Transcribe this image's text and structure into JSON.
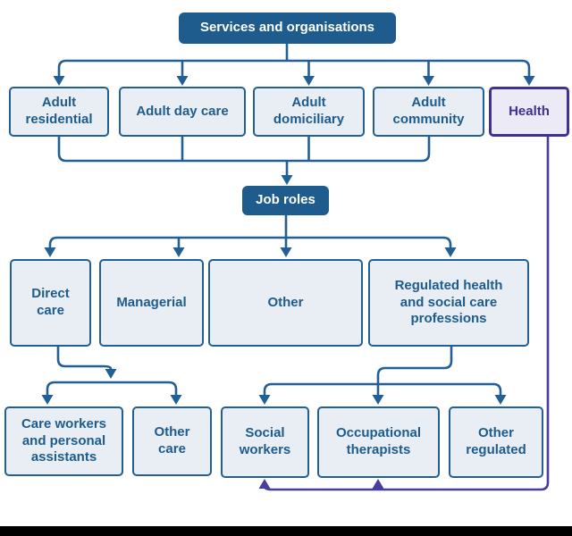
{
  "diagram_title": "Services and organisations to job roles flowchart",
  "colors": {
    "blue_fill_header": "#1d5c8c",
    "blue_border_line": "#215f94",
    "blue_text": "#1d5c8c",
    "light_blue_fill": "#e9edf4",
    "purple_border_text": "#3e3191",
    "purple_line": "#473d9e",
    "light_purple_fill": "#eceaf6",
    "bottom_bar": "#000000"
  },
  "nodes": {
    "services": {
      "label": "Services and organisations"
    },
    "adult_residential": {
      "label": [
        "Adult",
        "residential"
      ]
    },
    "adult_day_care": {
      "label": [
        "Adult day care"
      ]
    },
    "adult_domiciliary": {
      "label": [
        "Adult",
        "domiciliary"
      ]
    },
    "adult_community": {
      "label": [
        "Adult",
        "community"
      ]
    },
    "health": {
      "label": "Health"
    },
    "job_roles": {
      "label": "Job roles"
    },
    "direct_care": {
      "label": [
        "Direct",
        "care"
      ]
    },
    "managerial": {
      "label": [
        "Managerial"
      ]
    },
    "other": {
      "label": [
        "Other"
      ]
    },
    "regulated_professions": {
      "label": [
        "Regulated health",
        "and social care",
        "professions"
      ]
    },
    "care_workers": {
      "label": [
        "Care workers",
        "and personal",
        "assistants"
      ]
    },
    "other_care": {
      "label": [
        "Other",
        "care"
      ]
    },
    "social_workers": {
      "label": [
        "Social",
        "workers"
      ]
    },
    "occupational_therapists": {
      "label": [
        "Occupational",
        "therapists"
      ]
    },
    "other_regulated": {
      "label": [
        "Other",
        "regulated"
      ]
    }
  }
}
